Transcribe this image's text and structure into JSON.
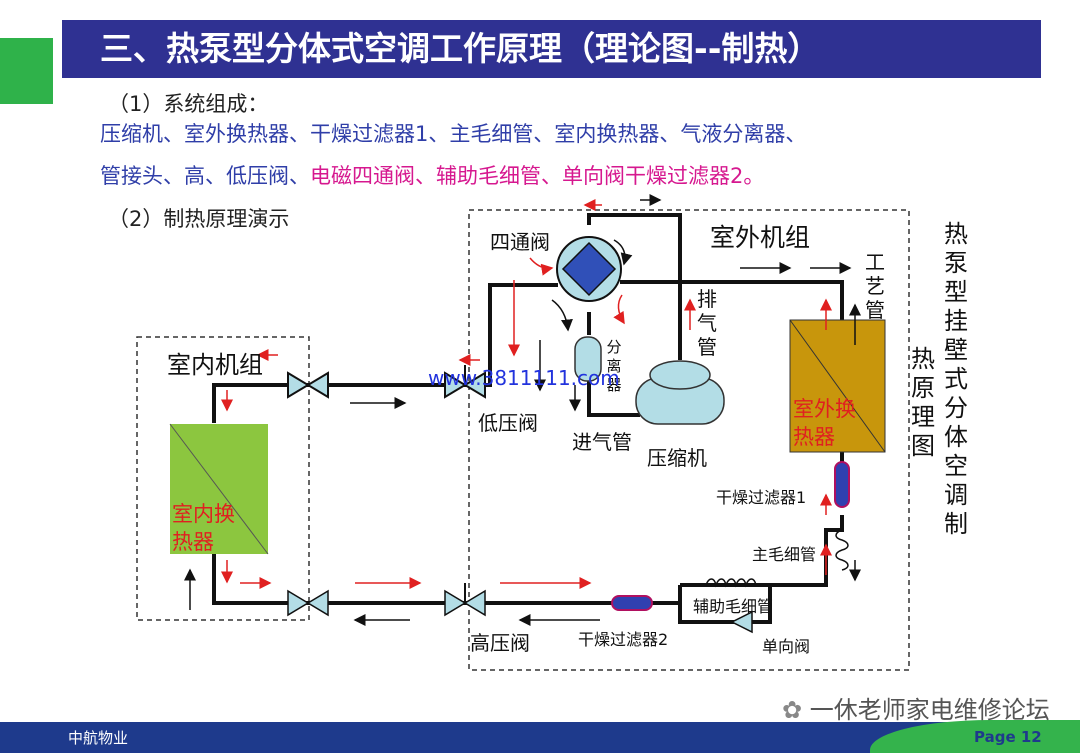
{
  "title": "三、热泵型分体式空调工作原理（理论图--制热）",
  "section1": "（1）系统组成：",
  "components_line1": "压缩机、室外换热器、干燥过滤器1、主毛细管、室内换热器、气液分离器、",
  "components_line2_blue": "管接头、高、低压阀、",
  "components_line2_magenta": "电磁四通阀、辅助毛细管、单向阀干燥过滤器2。",
  "section2": "（2）制热原理演示",
  "labels": {
    "four_way_valve": "四通阀",
    "outdoor_unit": "室外机组",
    "process_tube": "工艺管",
    "exhaust_tube": "排气管",
    "separator": "分离器",
    "indoor_unit": "室内机组",
    "low_pressure_valve": "低压阀",
    "intake_tube": "进气管",
    "compressor": "压缩机",
    "outdoor_heat_exchanger": "室外换热器",
    "indoor_heat_exchanger": "室内换热器",
    "dryer_filter_1": "干燥过滤器1",
    "main_capillary": "主毛细管",
    "aux_capillary": "辅助毛细管",
    "check_valve": "单向阀",
    "high_pressure_valve": "高压阀",
    "dryer_filter_2": "干燥过滤器2"
  },
  "side_label_inner": "热原理图",
  "side_label_outer": "热泵型挂壁式分体空调制",
  "watermark_url": "www.3811111.com",
  "watermark_account": "一休老师家电维修论坛",
  "footer": {
    "company": "中航物业",
    "page": "Page 12"
  },
  "colors": {
    "title_bar": "#2f3192",
    "accent_green": "#2fb24a",
    "blue_text": "#2f3ea8",
    "magenta_text": "#d6188f",
    "flow_arrow": "#e02020",
    "outdoor_exchanger": "#c8960c",
    "indoor_exchanger": "#8cc63f",
    "valve_fill": "#b3dde6",
    "four_way_fill": "#3050b8"
  }
}
